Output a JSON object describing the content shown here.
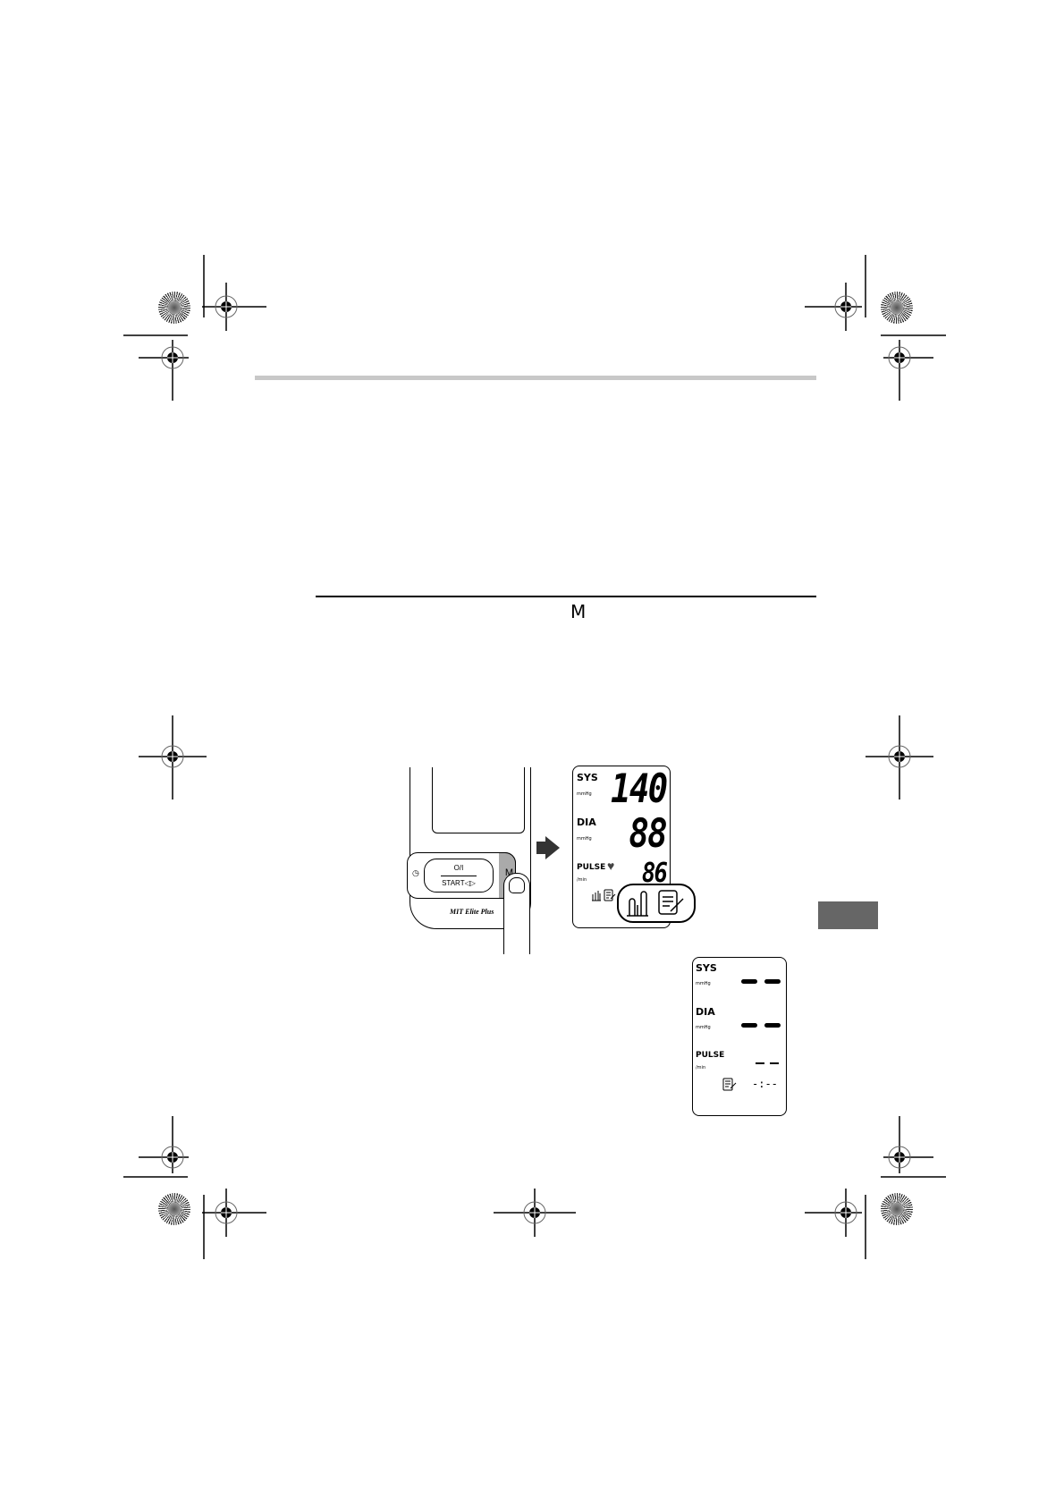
{
  "page": {
    "header_bar_color": "#c8c8c8",
    "chapter_tab_color": "#666666",
    "section_button_label": "M"
  },
  "illustration": {
    "device": {
      "power_label": "O/I",
      "start_label": "START◁▷",
      "timer_icon": "◷",
      "memory_key": "M",
      "brand": "MIT Elite Plus"
    },
    "arrow_icon": "right-arrow",
    "display_main": {
      "sys_label": "SYS",
      "sys_unit": "mmHg",
      "sys_value": "140",
      "dia_label": "DIA",
      "dia_unit": "mmHg",
      "dia_value": "88",
      "pulse_label": "PULSE",
      "pulse_unit": "/min",
      "pulse_value": "86",
      "heart_icon": "♥",
      "memory_icon": "bar-chart-memory-icon",
      "note_icon": "notepad-pen-icon"
    },
    "display_empty": {
      "sys_label": "SYS",
      "sys_unit": "mmHg",
      "dia_label": "DIA",
      "dia_unit": "mmHg",
      "pulse_label": "PULSE",
      "pulse_unit": "/min",
      "time_value": "-:--",
      "note_icon": "notepad-pen-icon"
    }
  }
}
